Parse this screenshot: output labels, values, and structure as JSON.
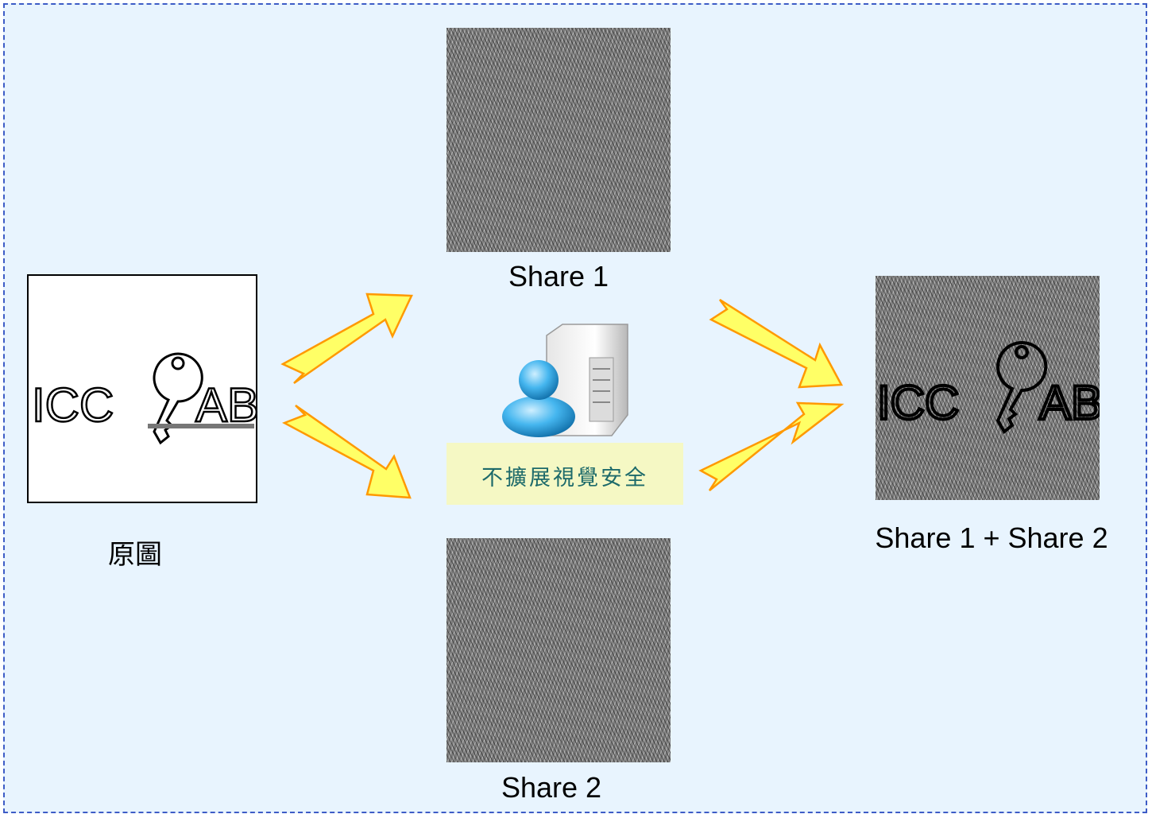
{
  "original": {
    "caption": "原圖",
    "logo_text": {
      "left": "ICC",
      "right": "AB"
    }
  },
  "shares": {
    "share1_label": "Share 1",
    "share2_label": "Share 2",
    "combined_label": "Share 1 + Share 2",
    "combined_logo": {
      "left": "ICC",
      "right": "AB"
    }
  },
  "server": {
    "label": "不擴展視覺安全",
    "icons": [
      "user-icon",
      "server-icon"
    ]
  },
  "colors": {
    "background": "#e8f4fe",
    "border": "#3d5cc6",
    "arrow_fill": "#ffff66",
    "arrow_stroke": "#ff9900",
    "label_box": "#f5f8c4"
  }
}
